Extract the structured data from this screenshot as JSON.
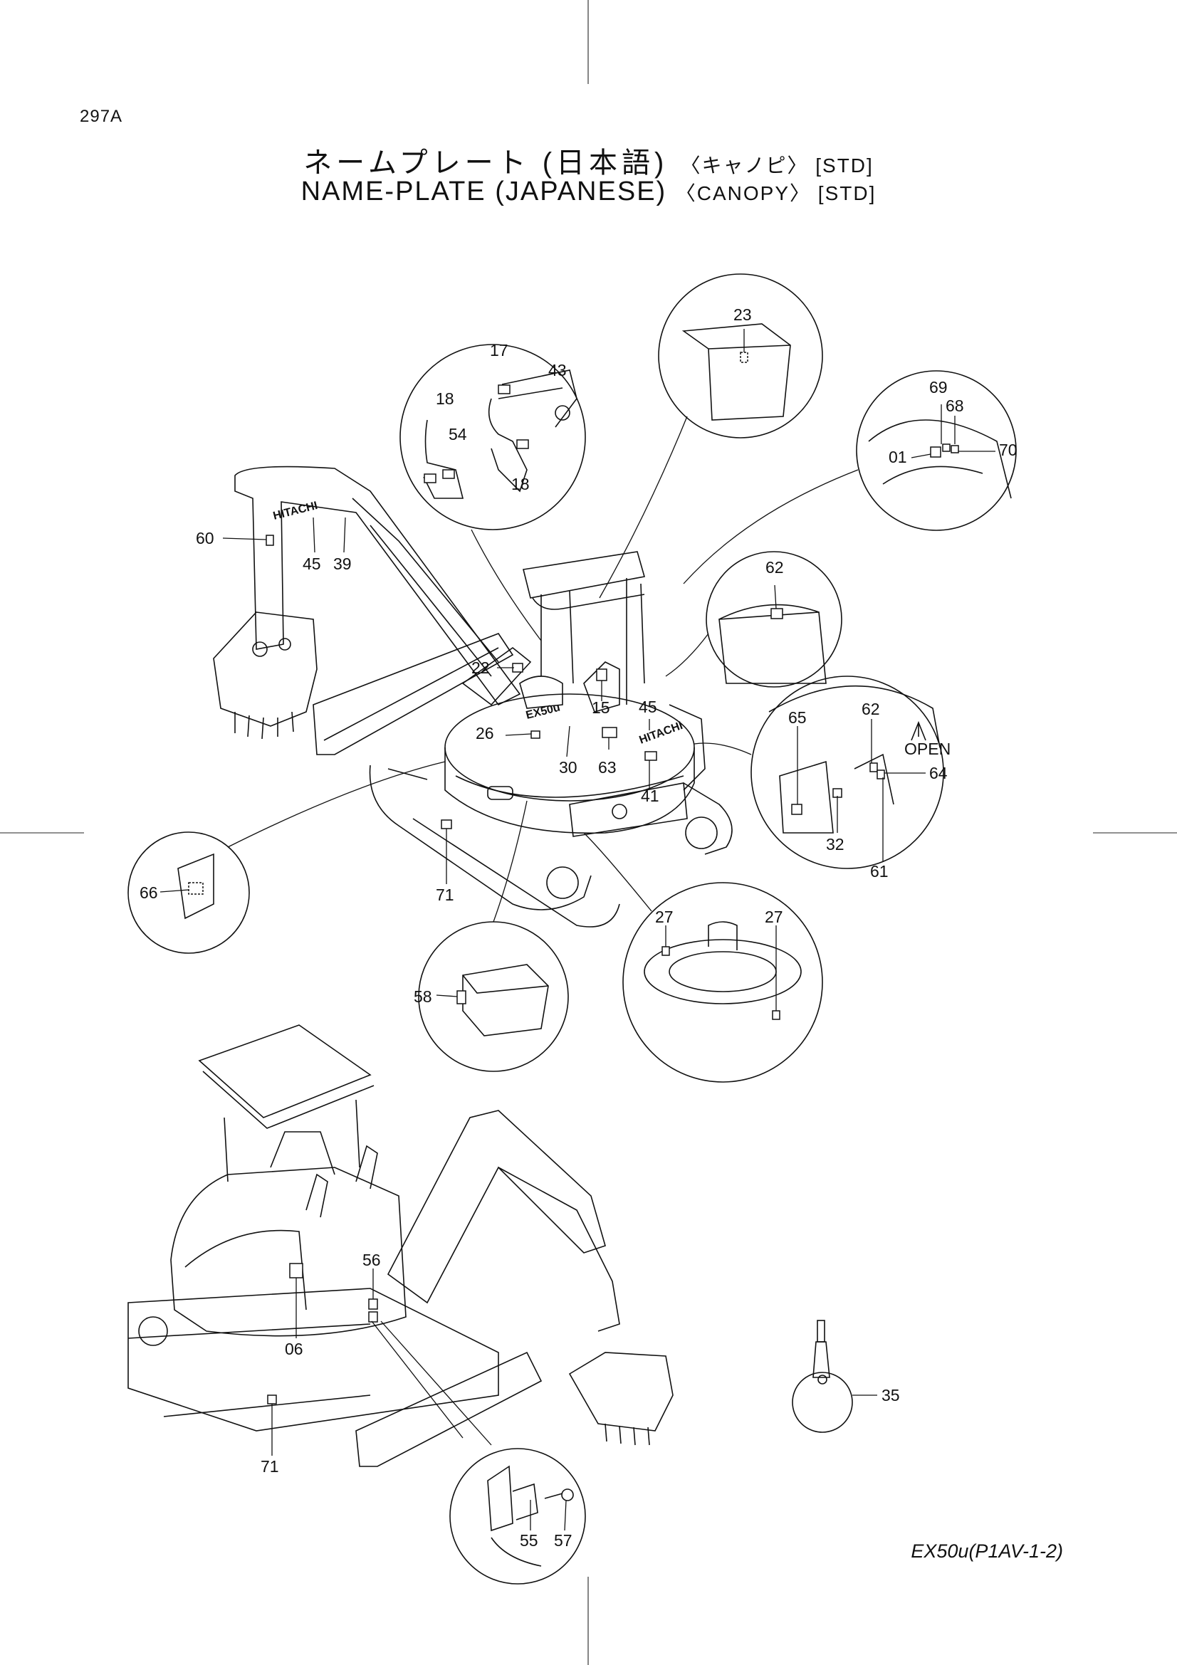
{
  "header": {
    "page_code": "297A",
    "title_jp": "ネームプレート (日本語)",
    "title_jp_variant": "〈キャノピ〉 [STD]",
    "title_en": "NAME-PLATE (JAPANESE)",
    "title_en_variant": "〈CANOPY〉 [STD]"
  },
  "callouts": {
    "c01": "01",
    "c06": "06",
    "c15": "15",
    "c17": "17",
    "c18a": "18",
    "c18b": "18",
    "c22": "22",
    "c23": "23",
    "c26": "26",
    "c27a": "27",
    "c27b": "27",
    "c30": "30",
    "c32": "32",
    "c35": "35",
    "c39": "39",
    "c41": "41",
    "c43": "43",
    "c45a": "45",
    "c45b": "45",
    "c54": "54",
    "c55": "55",
    "c56": "56",
    "c57": "57",
    "c58": "58",
    "c60": "60",
    "c61": "61",
    "c62a": "62",
    "c62b": "62",
    "c63": "63",
    "c64": "64",
    "c65": "65",
    "c66": "66",
    "c68": "68",
    "c69": "69",
    "c70": "70",
    "c71a": "71",
    "c71b": "71"
  },
  "labels": {
    "open": "OPEN",
    "brand": "HITACHI",
    "model_mark": "EX50u"
  },
  "footer": {
    "model_code": "EX50u(P1AV-1-2)"
  }
}
